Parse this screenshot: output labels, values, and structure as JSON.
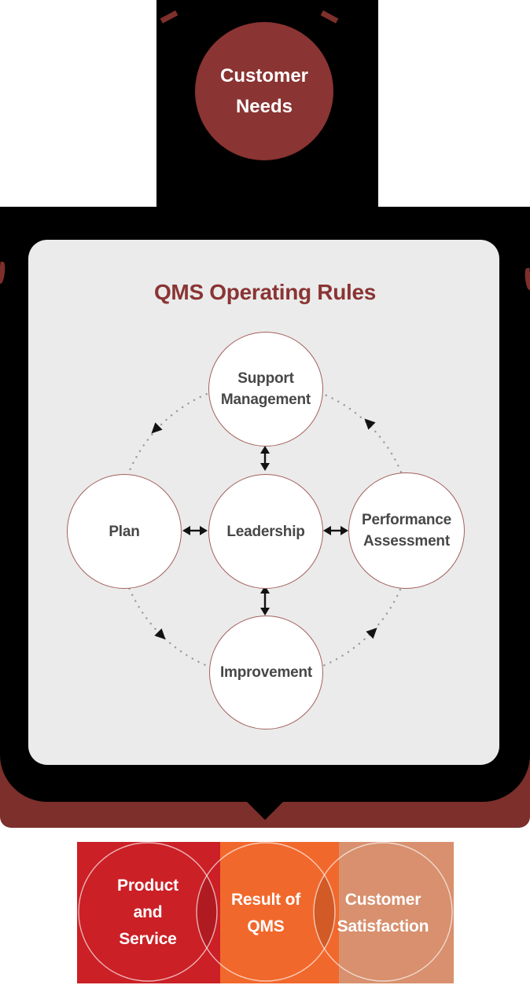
{
  "flow": {
    "input": {
      "label": "Customer Needs"
    },
    "process": {
      "title": "QMS Operating Rules",
      "nodes": {
        "top": "Support Management",
        "left": "Plan",
        "center": "Leadership",
        "right": "Performance Assessment",
        "bottom": "Improvement"
      }
    },
    "output": {
      "items": [
        {
          "label": "Product and Service",
          "color": "#cb2026"
        },
        {
          "label": "Result of QMS",
          "color": "#f1682c"
        },
        {
          "label": "Customer Satisfaction",
          "color": "#d8906e"
        }
      ]
    }
  },
  "colors": {
    "customer_circle": "#8a3433",
    "funnel": "#7c2f2b",
    "stem": "#000000",
    "process_box": "#ebebeb",
    "title_text": "#8a3434",
    "node_border": "#a2605c",
    "node_text": "#474747",
    "dotted_cycle": "#9b9b9b"
  }
}
